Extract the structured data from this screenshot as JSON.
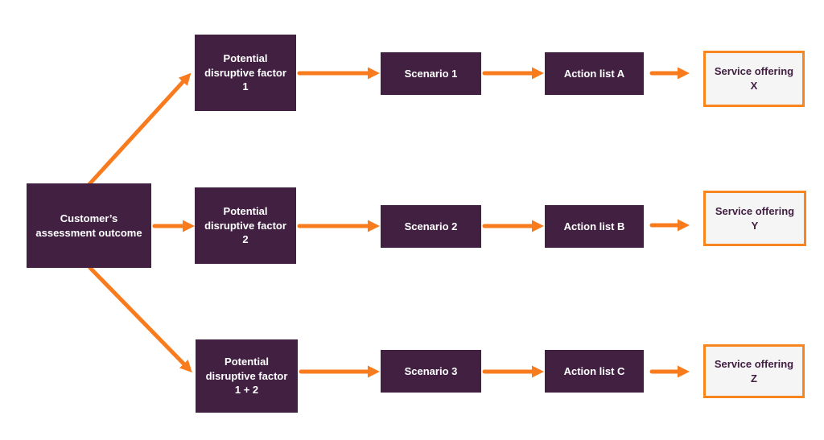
{
  "diagram": {
    "root": {
      "label": "Customer’s assessment outcome"
    },
    "rows": [
      {
        "factor": "Potential disruptive factor 1",
        "scenario": "Scenario 1",
        "action": "Action list A",
        "service": "Service offering X"
      },
      {
        "factor": "Potential disruptive factor 2",
        "scenario": "Scenario 2",
        "action": "Action list B",
        "service": "Service offering Y"
      },
      {
        "factor": "Potential disruptive factor 1 + 2",
        "scenario": "Scenario 3",
        "action": "Action list C",
        "service": "Service offering Z"
      }
    ],
    "colors": {
      "box_fill": "#412042",
      "box_text": "#ffffff",
      "arrow": "#f87b1e",
      "service_fill": "#f6f5f6",
      "service_border": "#f8861f",
      "service_text": "#412042"
    }
  }
}
